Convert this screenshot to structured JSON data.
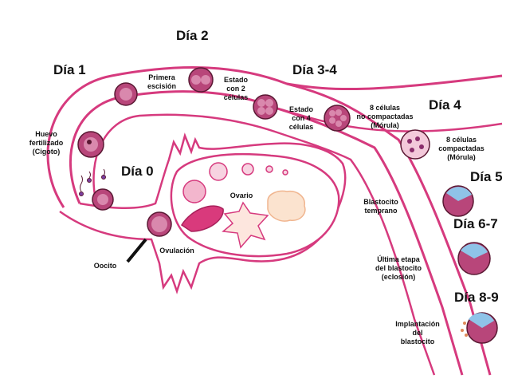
{
  "days": {
    "d0": "Día 0",
    "d1": "Día 1",
    "d2": "Día 2",
    "d34": "Día 3-4",
    "d4": "Día 4",
    "d5": "Día 5",
    "d67": "Día 6-7",
    "d89": "Día 8-9"
  },
  "labels": {
    "zygote": "Huevo\nfertilizado\n(Cigoto)",
    "first_cleavage": "Primera\nescisión",
    "two_cells": "Estado\ncon 2\ncélulas",
    "four_cells": "Estado\ncon 4\ncélulas",
    "eight_non_compact": "8 células\nno compactadas\n(Mórula)",
    "eight_compact": "8 células\ncompactadas\n(Mórula)",
    "ovary": "Ovario",
    "ovulation": "Ovulación",
    "oocyte": "Oocito",
    "early_blastocyst": "Blastocito\ntemprano",
    "hatching": "Última etapa\ndel blastocito\n(eclosión)",
    "implantation": "Implantación\ndel\nblastocito"
  },
  "colors": {
    "tube": "#d63a7e",
    "cell_fill": "#b8467a",
    "cell_light": "#f3c9da",
    "cell_outline": "#5a1833",
    "follicle": "#f7d3e1",
    "blue_cap": "#8fc3e8",
    "cream": "#fbe3cf"
  }
}
